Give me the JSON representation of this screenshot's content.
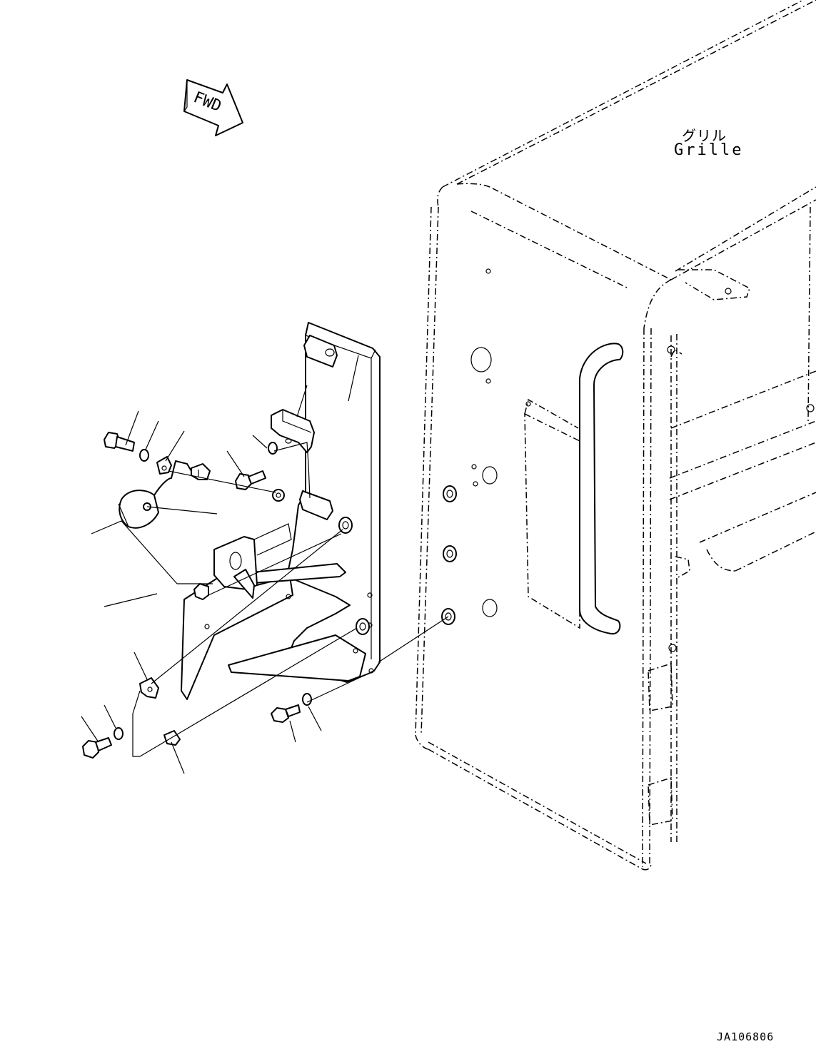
{
  "labels": {
    "part_name_jp": "グリル",
    "part_name_en": "Grille",
    "forward_marker": "FWD",
    "drawing_code": "JA106806"
  },
  "colors": {
    "background": "#ffffff",
    "ink": "#000000"
  }
}
